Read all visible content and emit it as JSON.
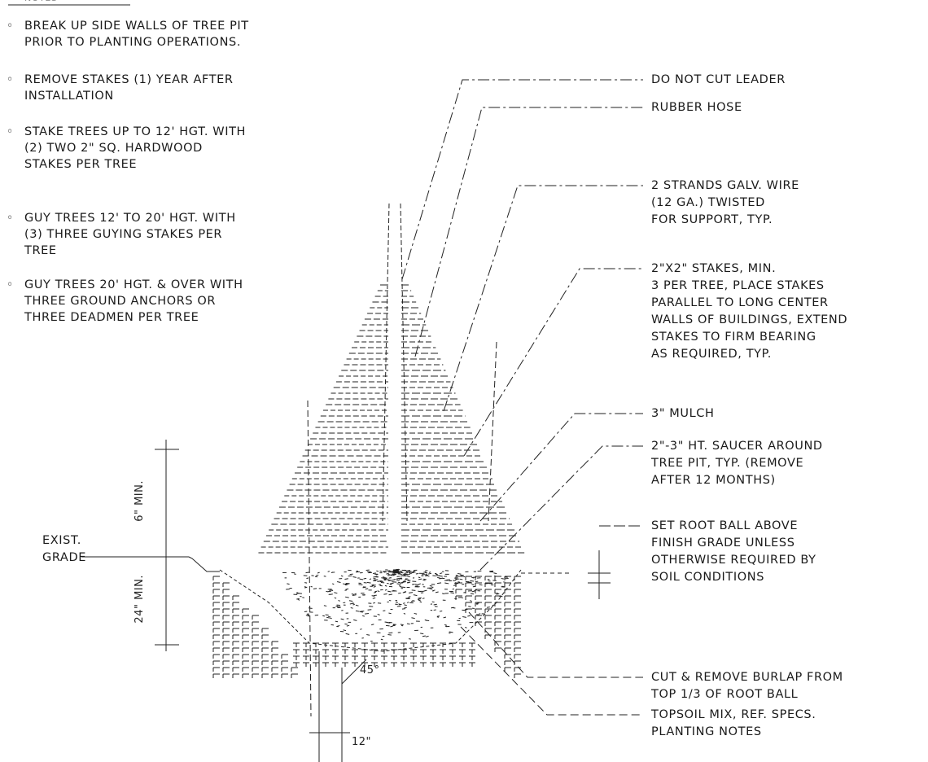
{
  "notes_header": "NOTES",
  "notes": [
    {
      "bullet": "◦",
      "text": "BREAK UP SIDE WALLS OF TREE PIT PRIOR TO PLANTING OPERATIONS."
    },
    {
      "bullet": "◦",
      "text": "REMOVE STAKES (1) YEAR AFTER INSTALLATION"
    },
    {
      "bullet": "◦",
      "text": "STAKE TREES UP TO 12' HGT. WITH (2) TWO 2\" SQ. HARDWOOD STAKES PER TREE"
    },
    {
      "bullet": "◦",
      "text": "GUY TREES 12' TO 20' HGT. WITH (3) THREE GUYING STAKES PER TREE"
    },
    {
      "bullet": "◦",
      "text": "GUY TREES 20' HGT. & OVER WITH THREE GROUND ANCHORS OR THREE DEADMEN PER TREE"
    }
  ],
  "callouts": {
    "leader": "DO NOT CUT LEADER",
    "hose": "RUBBER HOSE",
    "wire": "2 STRANDS GALV. WIRE\n(12 GA.) TWISTED\nFOR SUPPORT, TYP.",
    "stakes": "2\"X2\" STAKES, MIN.\n3 PER TREE, PLACE STAKES\nPARALLEL TO LONG CENTER\nWALLS OF BUILDINGS, EXTEND\nSTAKES TO FIRM BEARING\nAS REQUIRED, TYP.",
    "mulch": "3\" MULCH",
    "saucer": "2\"-3\" HT. SAUCER AROUND\nTREE PIT, TYP. (REMOVE\nAFTER 12 MONTHS)",
    "rootball": "SET ROOT BALL ABOVE\nFINISH GRADE UNLESS\nOTHERWISE REQUIRED BY\nSOIL CONDITIONS",
    "burlap": "CUT & REMOVE BURLAP FROM\nTOP 1/3 OF ROOT BALL",
    "topsoil": "TOPSOIL MIX, REF. SPECS.\nPLANTING NOTES",
    "exist_grade": "EXIST.\nGRADE"
  },
  "dimensions": {
    "min_upper": "6\" MIN.",
    "min_lower": "24\" MIN.",
    "angle": "45°",
    "spacing": "12\""
  }
}
